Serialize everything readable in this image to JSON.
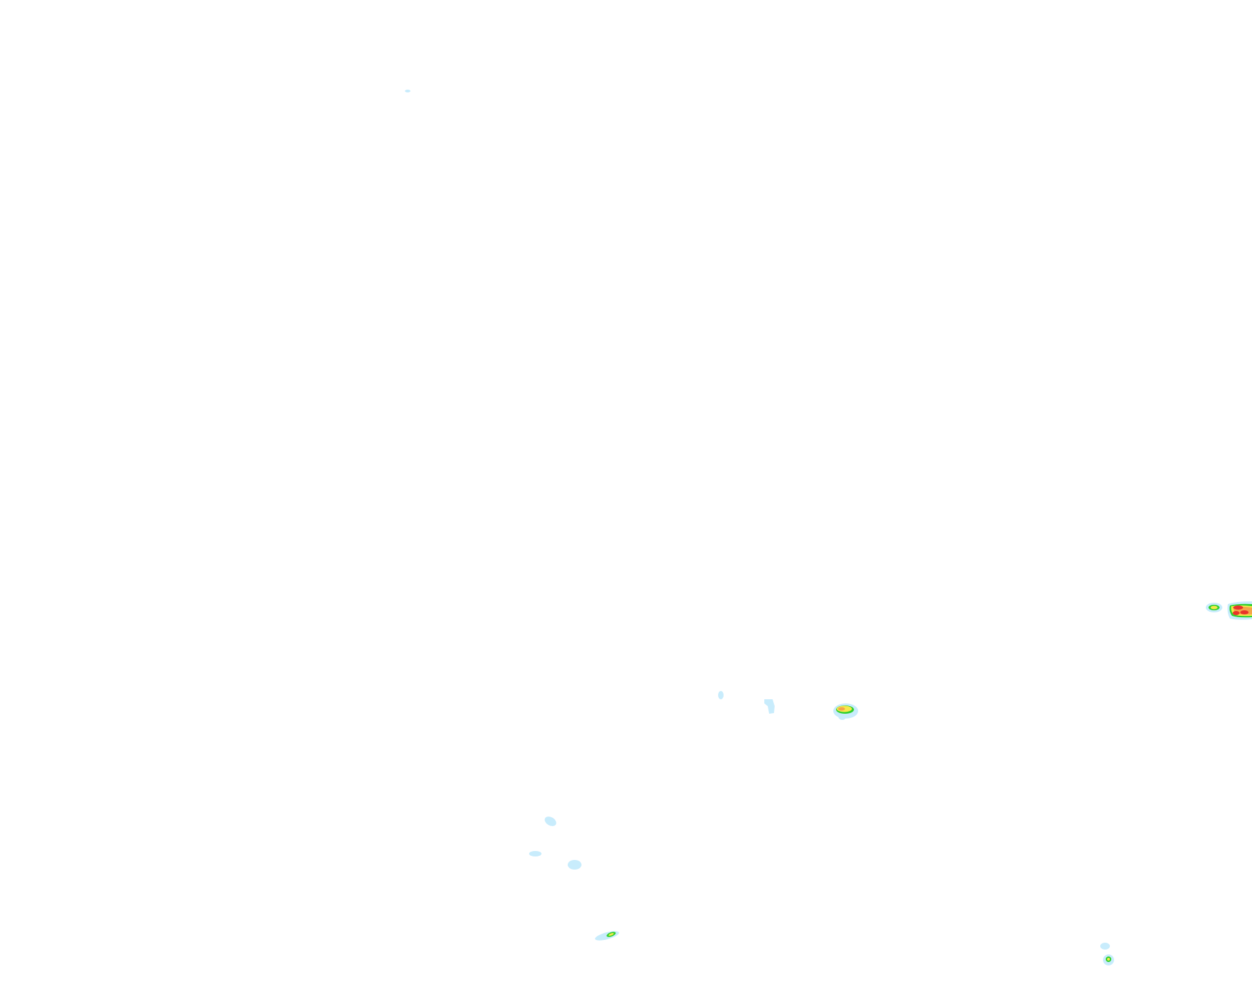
{
  "legend_colors": {
    "light": "#c8ecfc",
    "green": "#2fd02f",
    "yellow": "#f5e94a",
    "orange": "#f5a54a",
    "red": "#e8332a",
    "dark_green": "#1e9a3a"
  },
  "cells": [
    {
      "id": "cell-1",
      "max": "light"
    },
    {
      "id": "cell-2",
      "max": "light"
    },
    {
      "id": "cell-3",
      "max": "light"
    },
    {
      "id": "cell-4",
      "max": "orange"
    },
    {
      "id": "cell-5",
      "max": "yellow"
    },
    {
      "id": "cell-6",
      "max": "red"
    },
    {
      "id": "cell-7",
      "max": "light"
    },
    {
      "id": "cell-8",
      "max": "light"
    },
    {
      "id": "cell-9",
      "max": "light"
    },
    {
      "id": "cell-10",
      "max": "yellow"
    },
    {
      "id": "cell-11",
      "max": "light"
    },
    {
      "id": "cell-12",
      "max": "yellow"
    }
  ]
}
